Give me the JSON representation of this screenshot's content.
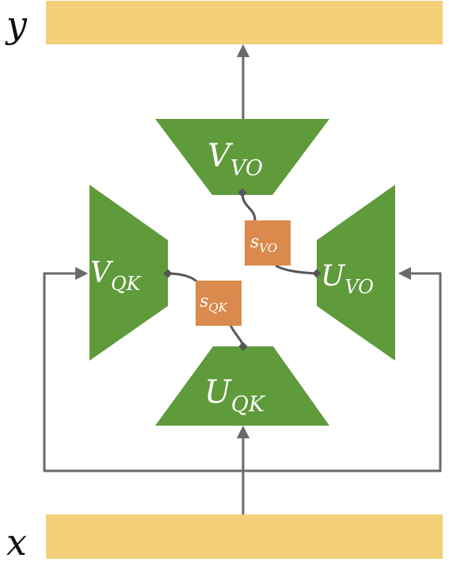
{
  "diagram": {
    "output_label": "y",
    "input_label": "x",
    "blocks": {
      "v_vo": {
        "main": "V",
        "sub": "VO"
      },
      "u_vo": {
        "main": "U",
        "sub": "VO"
      },
      "v_qk": {
        "main": "V",
        "sub": "QK"
      },
      "u_qk": {
        "main": "U",
        "sub": "QK"
      }
    },
    "scales": {
      "s_vo": {
        "main": "s",
        "sub": "VO"
      },
      "s_qk": {
        "main": "s",
        "sub": "QK"
      }
    }
  },
  "colors": {
    "bar": "#f3d079",
    "block": "#5f9a3b",
    "scale": "#d98a4c",
    "arrow": "#6a6a6a",
    "connector": "#555555",
    "text_dark": "#111111",
    "text_light": "#ffffff"
  }
}
